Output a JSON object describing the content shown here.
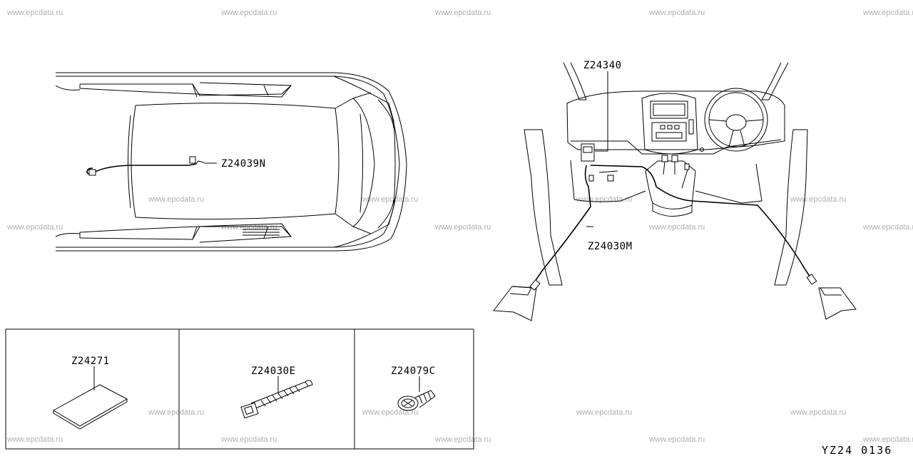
{
  "diagram_code": "YZ24 0136",
  "watermark_text": "www.epcdata.ru",
  "callouts": [
    {
      "id": "z24039n",
      "label": "Z24039N"
    },
    {
      "id": "z24340",
      "label": "Z24340"
    },
    {
      "id": "z24030m",
      "label": "Z24030M"
    },
    {
      "id": "z24271",
      "label": "Z24271"
    },
    {
      "id": "z24030e",
      "label": "Z24030E"
    },
    {
      "id": "z24079c",
      "label": "Z24079C"
    }
  ]
}
